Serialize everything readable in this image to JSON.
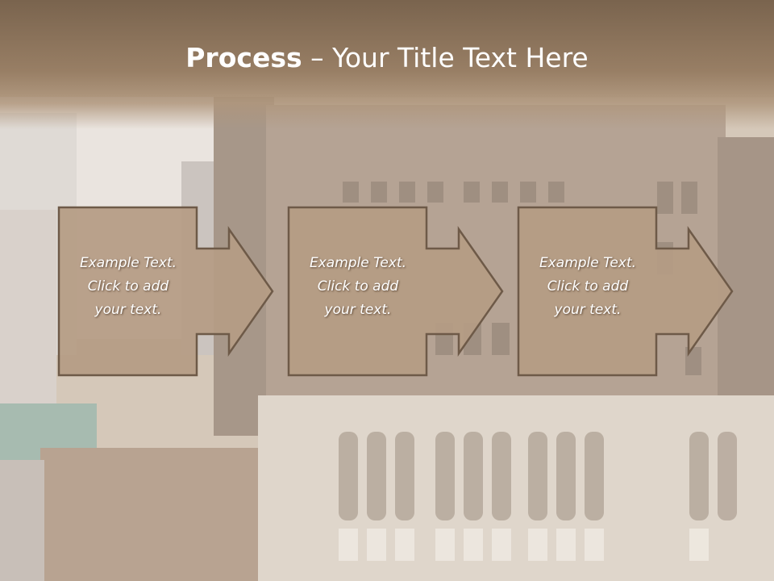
{
  "slide": {
    "title_bold": "Process",
    "title_rest": " – Your Title Text Here"
  },
  "steps": [
    {
      "text": "Example Text.\nClick  to add\nyour text."
    },
    {
      "text": "Example Text.\nClick  to add\nyour text."
    },
    {
      "text": "Example Text.\nClick  to add\nyour text."
    }
  ],
  "colors": {
    "title_band": "#7d6650",
    "step_fill": "#b59c84",
    "step_stroke": "#6e5a48",
    "text": "#ffffff"
  }
}
